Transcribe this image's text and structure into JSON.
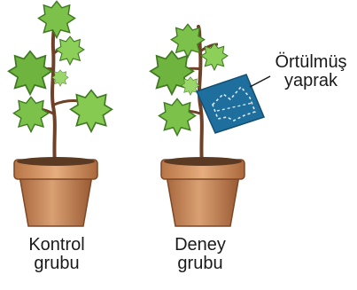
{
  "plants": [
    {
      "label_line1": "Kontrol",
      "label_line2": "grubu"
    },
    {
      "label_line1": "Deney",
      "label_line2": "grubu"
    }
  ],
  "annotation": {
    "line1": "Örtülmüş",
    "line2": "yaprak"
  },
  "colors": {
    "pot_fill": "#c98a5a",
    "pot_rim": "#d89a68",
    "pot_dark": "#9a5e36",
    "soil": "#5a3a22",
    "stem": "#7a4a2e",
    "leaf": "#7cc24a",
    "leaf_dark": "#4f8f2a",
    "cover": "#1f6f9e"
  }
}
